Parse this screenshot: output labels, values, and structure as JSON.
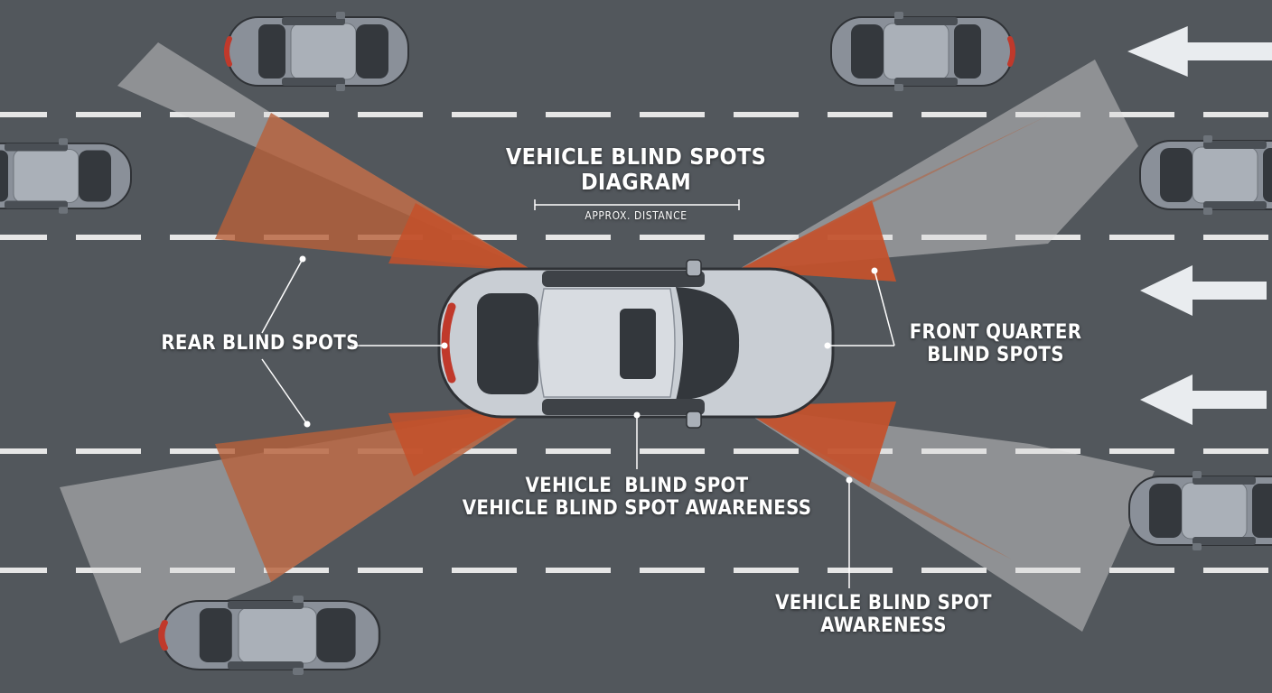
{
  "title": {
    "line1": "VEHICLE BLIND SPOTS",
    "line2": "DIAGRAM"
  },
  "scale_bar": {
    "label": "APPROX. DISTANCE"
  },
  "labels": {
    "rear": "REAR BLIND SPOTS",
    "front": {
      "line1": "FRONT QUARTER",
      "line2": "BLIND SPOTS"
    },
    "center": {
      "line1": "VEHICLE  BLIND SPOT",
      "line2": "VEHICLE BLIND SPOT AWARENESS"
    },
    "awareness": {
      "line1": "VEHICLE BLIND SPOT",
      "line2": "AWARENESS"
    }
  },
  "colors": {
    "road": "#52575c",
    "lane_marking": "#e6e6e6",
    "blind_spot_inner": "#c4502a",
    "blind_spot_outer": "#b8603a",
    "sensor_fan": "#d9d9d9",
    "main_car": "#c9ced4",
    "traffic_car": "#8a9099",
    "glass": "#33373c",
    "label_text": "#ffffff"
  },
  "icons": [
    "direction-arrow-icon",
    "car-icon"
  ]
}
